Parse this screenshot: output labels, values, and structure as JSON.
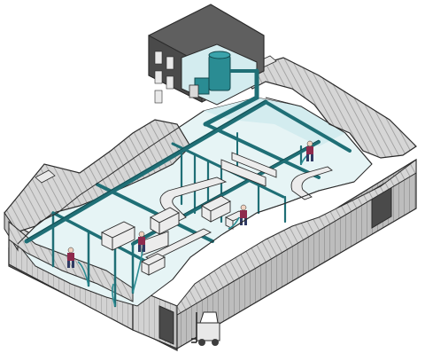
{
  "diagram": {
    "palette": {
      "roof": "#d4d4d4",
      "roof_stripe": "#9a9a9a",
      "wall": "#cfcfcf",
      "wall_dark": "#8a8a8a",
      "tower": "#5d5d5d",
      "tower_dark": "#3e3e3e",
      "interior": "#dff1f3",
      "floor": "#eaf6f7",
      "duct": "#1f6f76",
      "duct_dark": "#12484d",
      "collector": "#2a8c93",
      "machine": "#e9e9e9",
      "outline": "#2b2b2b",
      "worker_shirt": "#8e2a4d",
      "worker_pants": "#2f3a63",
      "forklift": "#e8e8e8"
    },
    "elements": {
      "dust_collector": "dust-collector-icon",
      "duct_network": "duct-network",
      "workers": "worker-icon",
      "forklift": "forklift-icon",
      "conveyor": "conveyor-line"
    },
    "worker_count": 4,
    "duct_drop_count": 4
  }
}
